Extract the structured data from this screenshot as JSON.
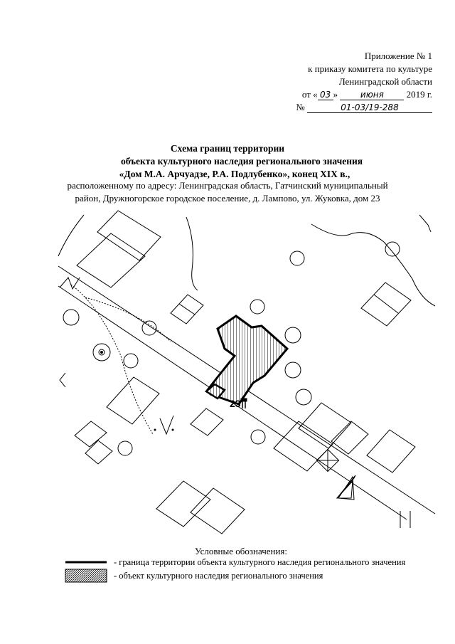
{
  "header": {
    "appendix": "Приложение № 1",
    "to_order": "к приказу комитета по культуре",
    "region": "Ленинградской области",
    "date_prefix": "от «",
    "date_day": "03",
    "date_mid": "»",
    "date_month": "июня",
    "date_year": "2019 г.",
    "number_prefix": "№",
    "number_value": "01-03/19-288"
  },
  "title": {
    "line1": "Схема границ территории",
    "line2": "объекта культурного наследия регионального значения",
    "line3": "«Дом М.А. Арчуадзе, Р.А. Подлубенко», конец XIX в.,"
  },
  "address": {
    "line1": "расположенному по адресу: Ленинградская область, Гатчинский муниципальный",
    "line2": "район, Дружногорское городское поселение, д. Лампово, ул. Жуковка, дом 23"
  },
  "map": {
    "house_number": "23"
  },
  "legend": {
    "title": "Условные обозначения:",
    "items": [
      {
        "symbol": "thick-line",
        "text": "- граница территории объекта культурного наследия регионального значения"
      },
      {
        "symbol": "hatched-box",
        "text": "- объект культурного наследия регионального значения"
      }
    ]
  }
}
